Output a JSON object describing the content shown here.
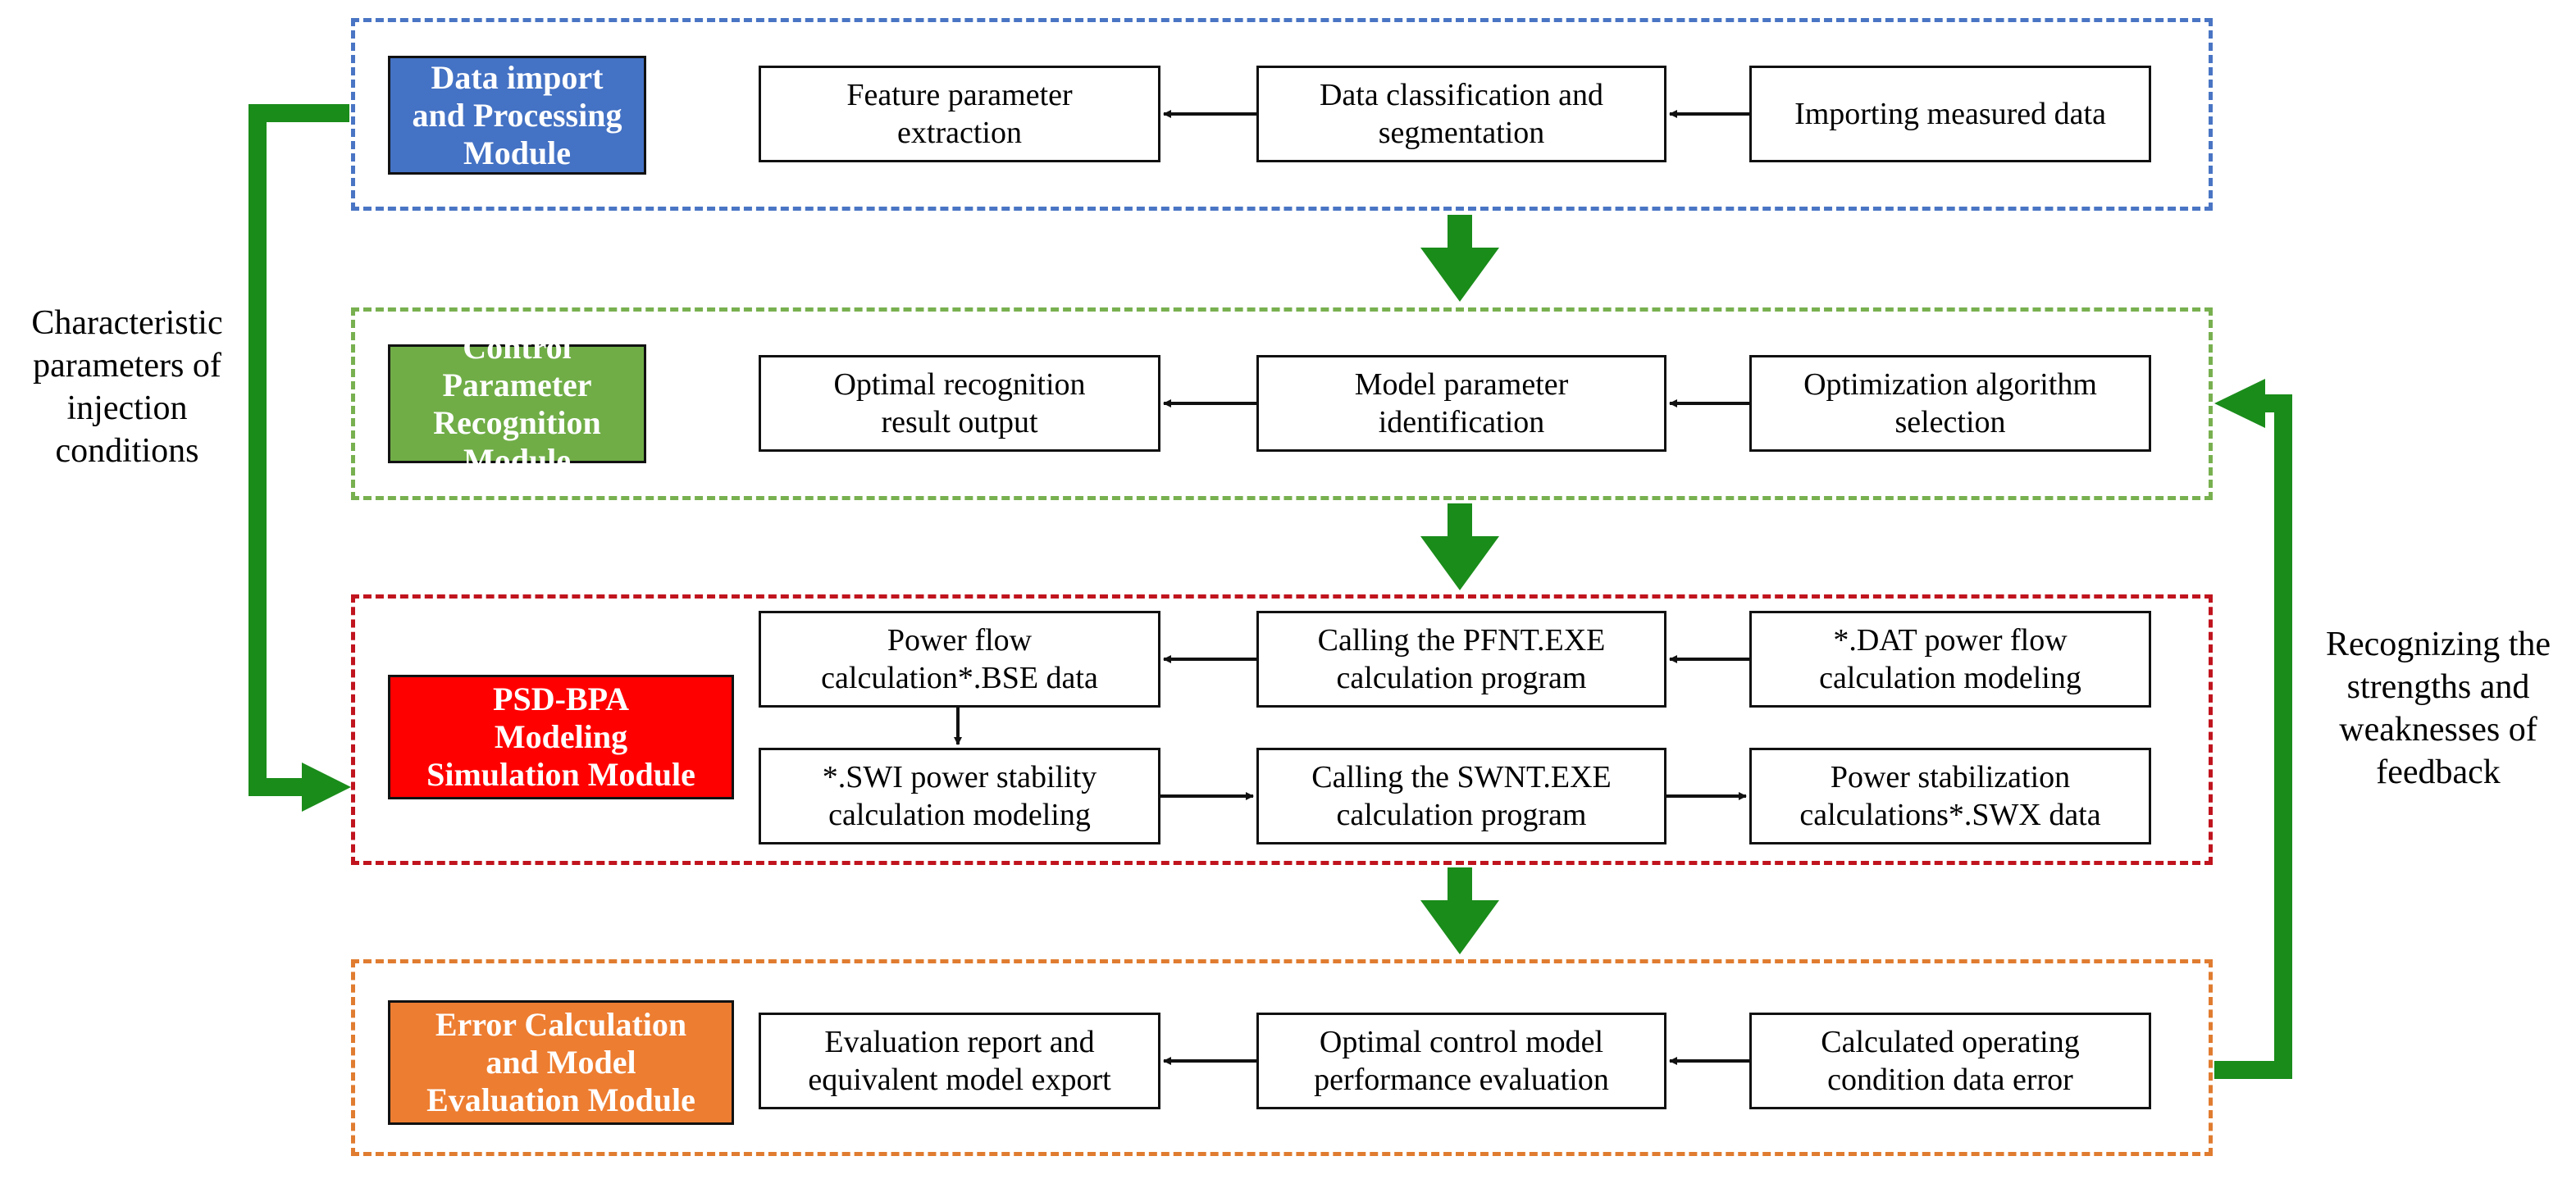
{
  "colors": {
    "data_module": "#4472c4",
    "control_module": "#70ad47",
    "psd_module": "#ff0000",
    "eval_module": "#ed7d31",
    "flow_arrow": "#1a8c1a"
  },
  "modules": {
    "data_import": "Data import\nand Processing\nModule",
    "control_recognition": "Control Parameter\nRecognition\nModule",
    "psd_bpa": "PSD-BPA\nModeling\nSimulation Module",
    "error_eval": "Error Calculation\nand Model\nEvaluation Module"
  },
  "steps": {
    "feature_extraction": "Feature parameter\nextraction",
    "data_classification": "Data classification and\nsegmentation",
    "importing_data": "Importing measured data",
    "optimal_output": "Optimal recognition\nresult output",
    "model_identification": "Model parameter\nidentification",
    "algorithm_selection": "Optimization algorithm\nselection",
    "power_flow_bse": "Power flow\ncalculation*.BSE data",
    "calling_pfnt": "Calling the PFNT.EXE\ncalculation program",
    "dat_modeling": "*.DAT power flow\ncalculation modeling",
    "swi_modeling": "*.SWI power stability\ncalculation modeling",
    "calling_swnt": "Calling the SWNT.EXE\ncalculation program",
    "swx_data": "Power stabilization\ncalculations*.SWX  data",
    "evaluation_export": "Evaluation report and\nequivalent model export",
    "performance_eval": "Optimal control model\nperformance evaluation",
    "operating_error": "Calculated operating\ncondition data error"
  },
  "labels": {
    "left_feedback": "Characteristic\nparameters of\ninjection\nconditions",
    "right_feedback": "Recognizing the\nstrengths and\nweaknesses of\nfeedback"
  }
}
